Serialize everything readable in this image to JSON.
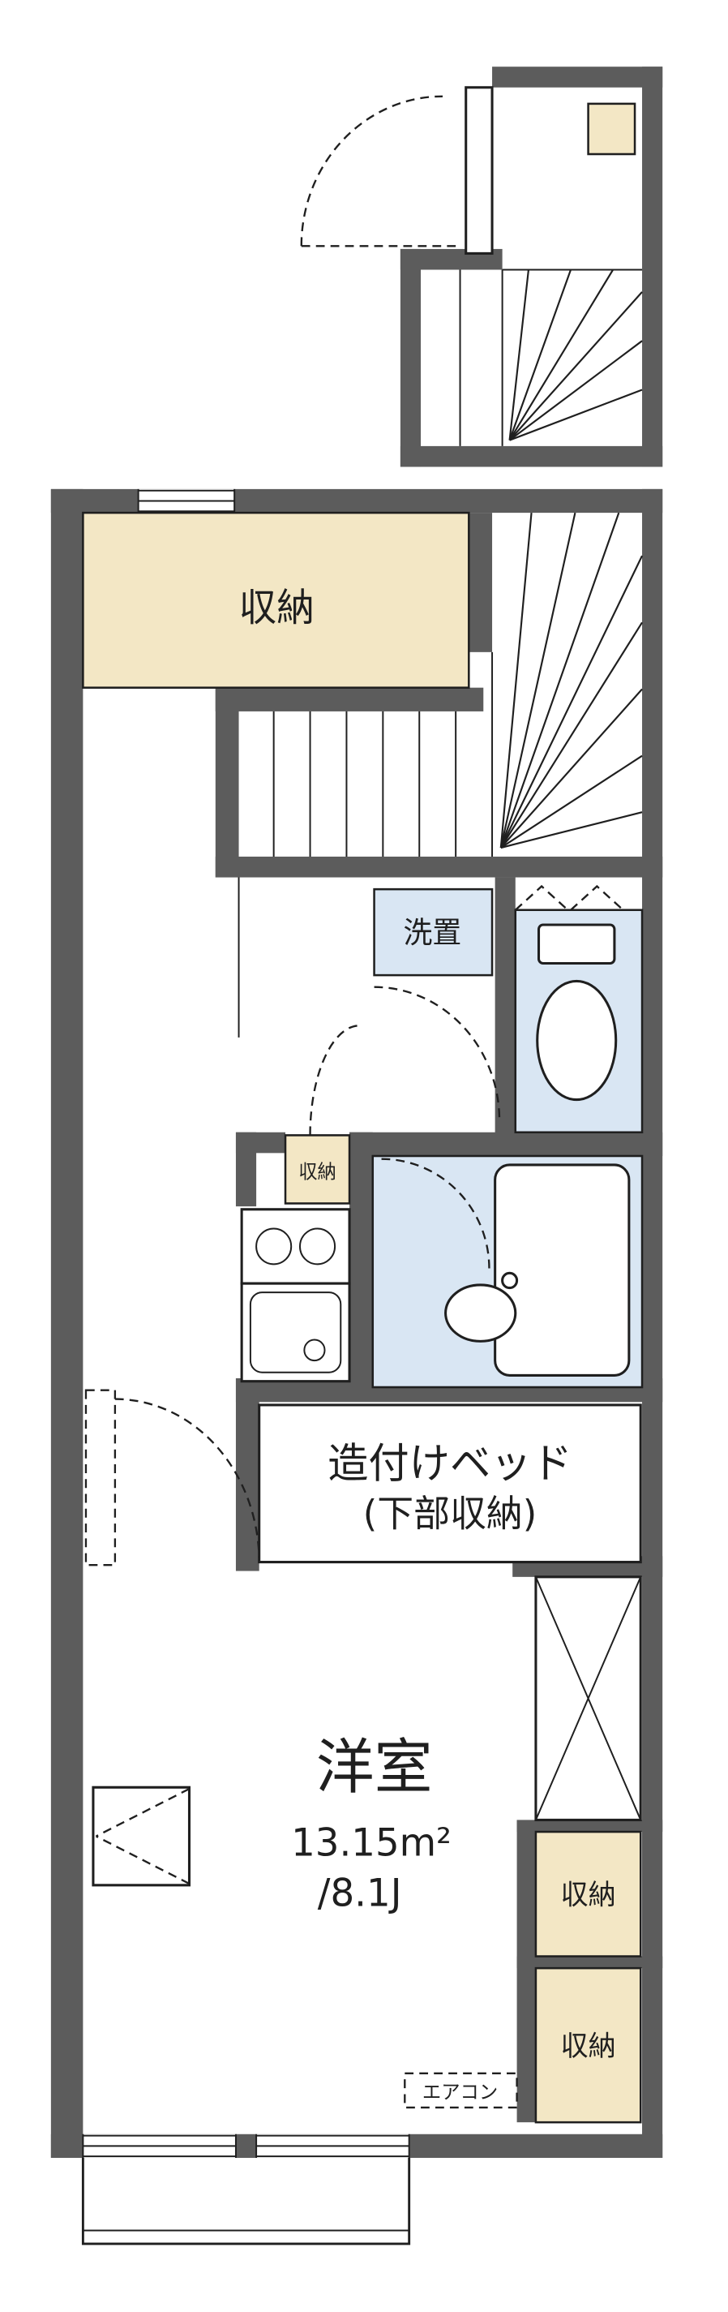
{
  "colors": {
    "wall": "#5c5c5c",
    "line": "#1f1f1f",
    "storage": "#f3e7c5",
    "water": "#d9e6f3",
    "bg": "#ffffff"
  },
  "labels": {
    "storage_main": "収納",
    "washer_space": "洗置",
    "storage_small": "収納",
    "bed_line1": "造付けベッド",
    "bed_line2": "(下部収納)",
    "room_name": "洋室",
    "room_area": "13.15m²",
    "room_tatami": "/8.1J",
    "closet_upper": "収納",
    "closet_lower": "収納",
    "aircon": "エアコン"
  }
}
